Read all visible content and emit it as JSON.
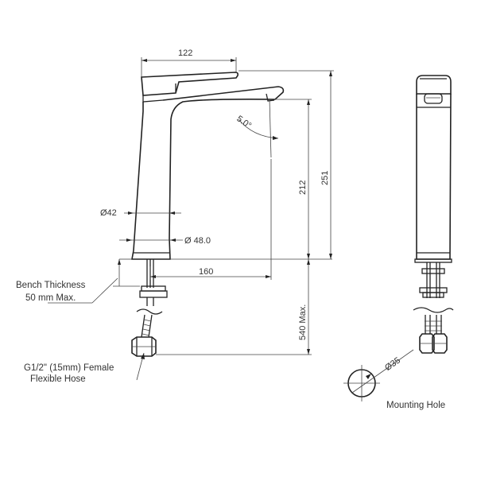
{
  "dimensions": {
    "spout_handle_width": "122",
    "spout_angle": "5.0°",
    "base_diameter": "Ø42",
    "body_diameter": "Ø 48.0",
    "spout_reach": "160",
    "spout_height": "212",
    "overall_height": "251",
    "hose_length": "540 Max.",
    "mounting_hole_diameter": "Ø35"
  },
  "labels": {
    "bench_thickness_line1": "Bench Thickness",
    "bench_thickness_line2": "50 mm  Max.",
    "hose_line1": "G1/2\" (15mm) Female",
    "hose_line2": "Flexible Hose",
    "mounting_hole": "Mounting Hole"
  }
}
